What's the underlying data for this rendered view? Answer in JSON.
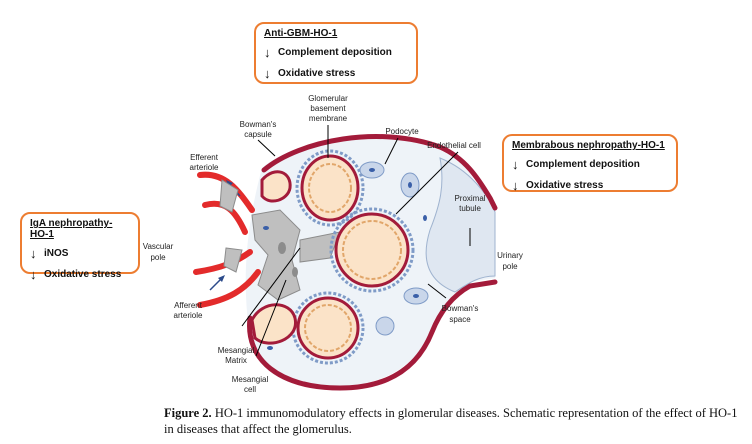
{
  "boxes": {
    "anti_gbm": {
      "title": "Anti-GBM-HO-1",
      "effects": [
        {
          "arrow": "↓",
          "text": "Complement deposition"
        },
        {
          "arrow": "↓",
          "text": "Oxidative stress"
        }
      ]
    },
    "membranous": {
      "title": "Membrabous nephropathy-HO-1",
      "effects": [
        {
          "arrow": "↓",
          "text": "Complement deposition"
        },
        {
          "arrow": "↓",
          "text": "Oxidative stress"
        }
      ]
    },
    "iga": {
      "title": "IgA nephropathy-HO-1",
      "effects": [
        {
          "arrow": "↓",
          "text": "iNOS"
        },
        {
          "arrow": "↓",
          "text": "Oxidative stress"
        }
      ]
    }
  },
  "labels": {
    "bowmans_capsule": [
      "Bowman's",
      "capsule"
    ],
    "gbm": [
      "Glomerular",
      "basement",
      "membrane"
    ],
    "podocyte": [
      "Podocyte"
    ],
    "endothelial": [
      "Endothelial cell"
    ],
    "efferent": [
      "Efferent",
      "arteriole"
    ],
    "vascular_pole": [
      "Vascular",
      "pole"
    ],
    "afferent": [
      "Afferent",
      "arteriole"
    ],
    "proximal": [
      "Proximal",
      "tubule"
    ],
    "urinary_pole": [
      "Urinary",
      "pole"
    ],
    "bowmans_space": [
      "Bowman's",
      "space"
    ],
    "mesangial_matrix": [
      "Mesangial",
      "Matrix"
    ],
    "mesangial_cell": [
      "Mesangial",
      "cell"
    ]
  },
  "caption": {
    "label": "Figure 2.",
    "text": "HO-1 immunomodulatory effects in glomerular diseases. Schematic representation of the effect of HO-1 in diseases that affect the glomerulus."
  },
  "colors": {
    "box_border": "#ed7d31",
    "capsule": "#a31b3a",
    "arteriole": "#e32b2b",
    "capillary_fill": "#fbe3c8",
    "blue_cells": "#7f9bc7",
    "mesangium": "#bfbfbf"
  }
}
